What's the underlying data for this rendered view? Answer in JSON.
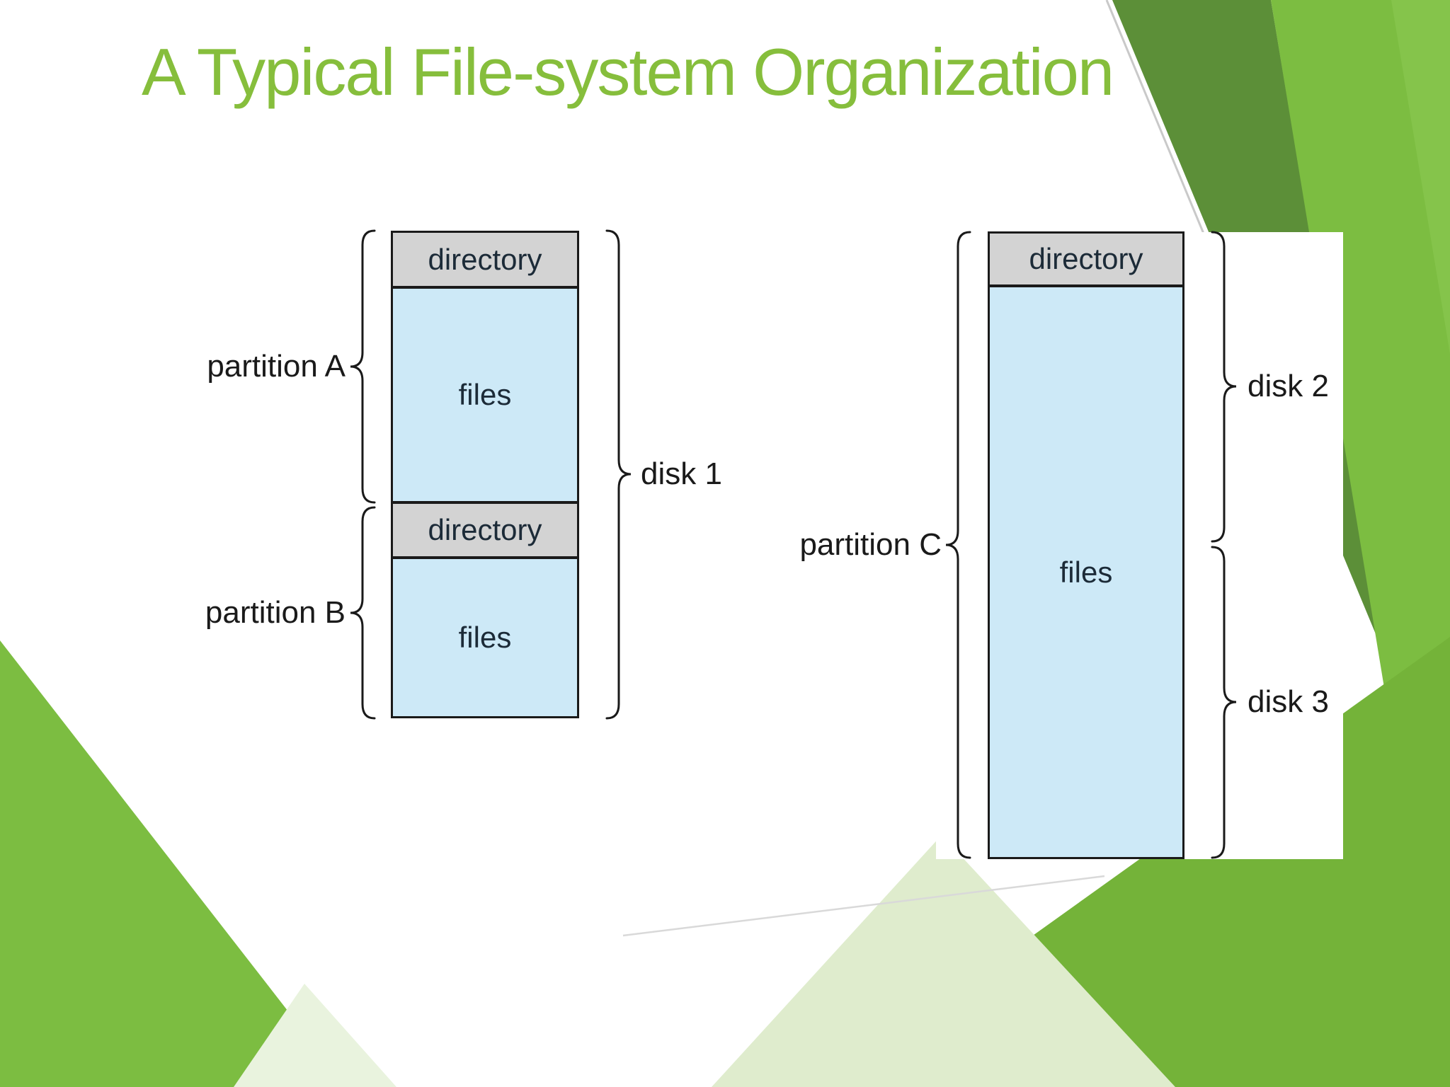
{
  "title": "A Typical File-system Organization",
  "colors": {
    "title_green": "#86be3c",
    "dark_green": "#5c8f38",
    "bright_green": "#7cbd41",
    "facet_green": "#74b339",
    "light_green": "#85c44b",
    "pale_green": "#dfeccd",
    "pale_green_2": "#e9f3de",
    "box_grey": "#d3d3d3",
    "box_blue": "#cde9f7"
  },
  "diagram": {
    "left": {
      "disk_label": "disk 1",
      "partition_a": {
        "label": "partition A",
        "directory": "directory",
        "files": "files"
      },
      "partition_b": {
        "label": "partition B",
        "directory": "directory",
        "files": "files"
      }
    },
    "right": {
      "partition_c": {
        "label": "partition C",
        "directory": "directory",
        "files": "files"
      },
      "disk2_label": "disk 2",
      "disk3_label": "disk 3"
    }
  }
}
